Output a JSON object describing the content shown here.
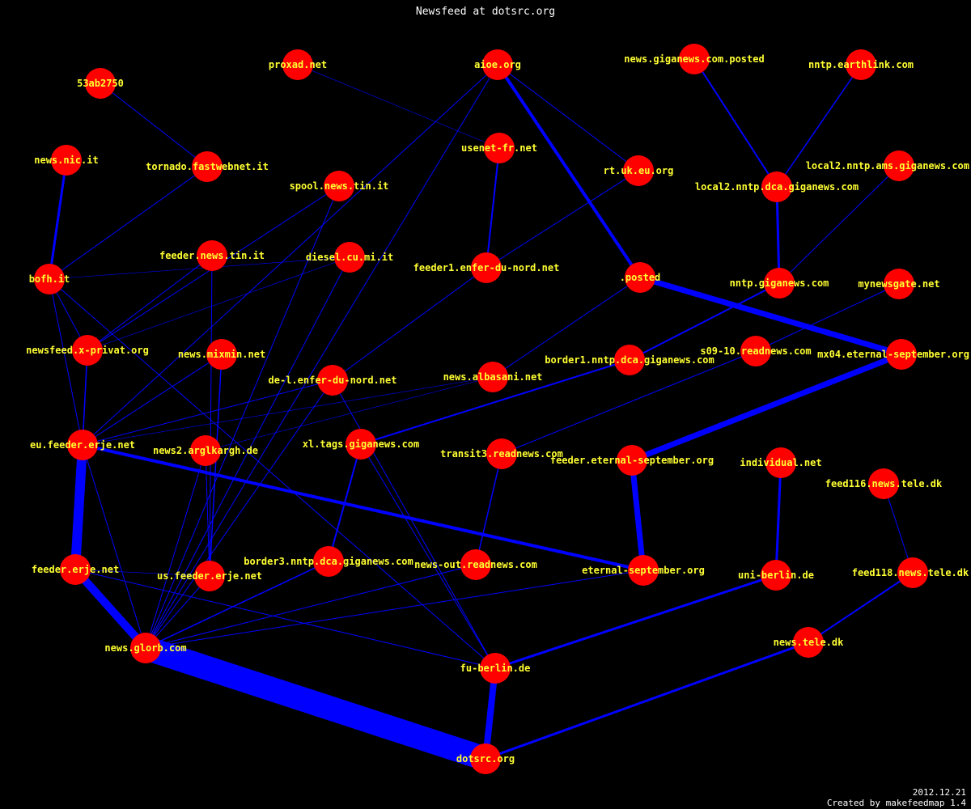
{
  "title": "Newsfeed at dotsrc.org",
  "footer": {
    "date": "2012.12.21",
    "credit": "Created by makefeedmap 1.4"
  },
  "colors": {
    "background": "#000000",
    "node": "#ff0000",
    "edge": "#0000ff",
    "label": "#ffff33",
    "title": "#ffffff"
  },
  "nodes": [
    {
      "id": "53ab2750",
      "label": "53ab2750"
    },
    {
      "id": "proxad",
      "label": "proxad.net"
    },
    {
      "id": "aioe",
      "label": "aioe.org"
    },
    {
      "id": "ggposted",
      "label": "news.giganews.com.posted"
    },
    {
      "id": "earthlink",
      "label": "nntp.earthlink.com"
    },
    {
      "id": "newsnic",
      "label": "news.nic.it"
    },
    {
      "id": "tornado",
      "label": "tornado.fastwebnet.it"
    },
    {
      "id": "spooltin",
      "label": "spool.news.tin.it"
    },
    {
      "id": "usenetfr",
      "label": "usenet-fr.net"
    },
    {
      "id": "rtuk",
      "label": "rt.uk.eu.org"
    },
    {
      "id": "local2dca",
      "label": "local2.nntp.dca.giganews.com"
    },
    {
      "id": "local2ams",
      "label": "local2.nntp.ams.giganews.com"
    },
    {
      "id": "bofh",
      "label": "bofh.it"
    },
    {
      "id": "feedertin",
      "label": "feeder.news.tin.it"
    },
    {
      "id": "diesel",
      "label": "diesel.cu.mi.it"
    },
    {
      "id": "feeder1enfer",
      "label": "feeder1.enfer-du-nord.net"
    },
    {
      "id": "posted",
      "label": ".posted"
    },
    {
      "id": "nntpgiga",
      "label": "nntp.giganews.com"
    },
    {
      "id": "mynewsgate",
      "label": "mynewsgate.net"
    },
    {
      "id": "xprivat",
      "label": "newsfeed.x-privat.org"
    },
    {
      "id": "mixmin",
      "label": "news.mixmin.net"
    },
    {
      "id": "del1enfer",
      "label": "de-l.enfer-du-nord.net"
    },
    {
      "id": "albasani",
      "label": "news.albasani.net"
    },
    {
      "id": "border1",
      "label": "border1.nntp.dca.giganews.com"
    },
    {
      "id": "s0910",
      "label": "s09-10.readnews.com"
    },
    {
      "id": "mx04",
      "label": "mx04.eternal-september.org"
    },
    {
      "id": "eufeeder",
      "label": "eu.feeder.erje.net"
    },
    {
      "id": "news2argl",
      "label": "news2.arglkargh.de"
    },
    {
      "id": "xltags",
      "label": "xl.tags.giganews.com"
    },
    {
      "id": "transit3",
      "label": "transit3.readnews.com"
    },
    {
      "id": "feedereternal",
      "label": "feeder.eternal-september.org"
    },
    {
      "id": "individual",
      "label": "individual.net"
    },
    {
      "id": "feed116",
      "label": "feed116.news.tele.dk"
    },
    {
      "id": "feedererje",
      "label": "feeder.erje.net"
    },
    {
      "id": "usfeeder",
      "label": "us.feeder.erje.net"
    },
    {
      "id": "border3",
      "label": "border3.nntp.dca.giganews.com"
    },
    {
      "id": "newsout",
      "label": "news-out.readnews.com"
    },
    {
      "id": "eternal",
      "label": "eternal-september.org"
    },
    {
      "id": "uniberlin",
      "label": "uni-berlin.de"
    },
    {
      "id": "feed118",
      "label": "feed118.news.tele.dk"
    },
    {
      "id": "glorb",
      "label": "news.glorb.com"
    },
    {
      "id": "newstele",
      "label": "news.tele.dk"
    },
    {
      "id": "fuberlin",
      "label": "fu-berlin.de"
    },
    {
      "id": "dotsrc",
      "label": "dotsrc.org"
    }
  ],
  "edges": [
    {
      "from": "53ab2750",
      "to": "tornado",
      "weight": 1
    },
    {
      "from": "tornado",
      "to": "bofh",
      "weight": 1
    },
    {
      "from": "newsnic",
      "to": "bofh",
      "weight": 3
    },
    {
      "from": "proxad",
      "to": "usenetfr",
      "weight": 0.5
    },
    {
      "from": "aioe",
      "to": "rtuk",
      "weight": 1
    },
    {
      "from": "aioe",
      "to": "posted",
      "weight": 4
    },
    {
      "from": "aioe",
      "to": "glorb",
      "weight": 1
    },
    {
      "from": "aioe",
      "to": "eufeeder",
      "weight": 1
    },
    {
      "from": "usenetfr",
      "to": "feeder1enfer",
      "weight": 2
    },
    {
      "from": "rtuk",
      "to": "feeder1enfer",
      "weight": 1
    },
    {
      "from": "ggposted",
      "to": "local2dca",
      "weight": 2
    },
    {
      "from": "earthlink",
      "to": "local2dca",
      "weight": 1.5
    },
    {
      "from": "local2dca",
      "to": "nntpgiga",
      "weight": 3
    },
    {
      "from": "local2ams",
      "to": "nntpgiga",
      "weight": 1
    },
    {
      "from": "nntpgiga",
      "to": "border1",
      "weight": 2
    },
    {
      "from": "posted",
      "to": "mx04",
      "weight": 7
    },
    {
      "from": "posted",
      "to": "albasani",
      "weight": 1
    },
    {
      "from": "mynewsgate",
      "to": "s0910",
      "weight": 1
    },
    {
      "from": "mx04",
      "to": "feedereternal",
      "weight": 7
    },
    {
      "from": "feedereternal",
      "to": "eternal",
      "weight": 7
    },
    {
      "from": "spooltin",
      "to": "xprivat",
      "weight": 1
    },
    {
      "from": "feedertin",
      "to": "xprivat",
      "weight": 1
    },
    {
      "from": "feedertin",
      "to": "usfeeder",
      "weight": 1
    },
    {
      "from": "diesel",
      "to": "xprivat",
      "weight": 0.5
    },
    {
      "from": "diesel",
      "to": "glorb",
      "weight": 1
    },
    {
      "from": "bofh",
      "to": "diesel",
      "weight": 0.5
    },
    {
      "from": "bofh",
      "to": "eufeeder",
      "weight": 1
    },
    {
      "from": "bofh",
      "to": "xprivat",
      "weight": 1
    },
    {
      "from": "bofh",
      "to": "fuberlin",
      "weight": 1
    },
    {
      "from": "xprivat",
      "to": "eufeeder",
      "weight": 1.5
    },
    {
      "from": "mixmin",
      "to": "eufeeder",
      "weight": 1
    },
    {
      "from": "mixmin",
      "to": "usfeeder",
      "weight": 1.5
    },
    {
      "from": "feeder1enfer",
      "to": "del1enfer",
      "weight": 1
    },
    {
      "from": "del1enfer",
      "to": "glorb",
      "weight": 1
    },
    {
      "from": "del1enfer",
      "to": "eufeeder",
      "weight": 1
    },
    {
      "from": "del1enfer",
      "to": "fuberlin",
      "weight": 1
    },
    {
      "from": "albasani",
      "to": "eufeeder",
      "weight": 0.5
    },
    {
      "from": "albasani",
      "to": "news2argl",
      "weight": 0.5
    },
    {
      "from": "border1",
      "to": "xltags",
      "weight": 2
    },
    {
      "from": "s0910",
      "to": "transit3",
      "weight": 1
    },
    {
      "from": "xltags",
      "to": "border3",
      "weight": 2
    },
    {
      "from": "xltags",
      "to": "fuberlin",
      "weight": 1
    },
    {
      "from": "transit3",
      "to": "newsout",
      "weight": 1.5
    },
    {
      "from": "eufeeder",
      "to": "eternal",
      "weight": 4
    },
    {
      "from": "eufeeder",
      "to": "feedererje",
      "weight": 12
    },
    {
      "from": "eufeeder",
      "to": "glorb",
      "weight": 1
    },
    {
      "from": "news2argl",
      "to": "glorb",
      "weight": 1
    },
    {
      "from": "news2argl",
      "to": "usfeeder",
      "weight": 1
    },
    {
      "from": "spooltin",
      "to": "glorb",
      "weight": 1
    },
    {
      "from": "individual",
      "to": "uniberlin",
      "weight": 3
    },
    {
      "from": "feed116",
      "to": "feed118",
      "weight": 1
    },
    {
      "from": "feed118",
      "to": "newstele",
      "weight": 2
    },
    {
      "from": "feedererje",
      "to": "glorb",
      "weight": 10
    },
    {
      "from": "feedererje",
      "to": "fuberlin",
      "weight": 1
    },
    {
      "from": "feedererje",
      "to": "usfeeder",
      "weight": 0.5
    },
    {
      "from": "usfeeder",
      "to": "glorb",
      "weight": 1
    },
    {
      "from": "border3",
      "to": "glorb",
      "weight": 1.5
    },
    {
      "from": "newsout",
      "to": "glorb",
      "weight": 1
    },
    {
      "from": "eternal",
      "to": "glorb",
      "weight": 1
    },
    {
      "from": "uniberlin",
      "to": "fuberlin",
      "weight": 3
    },
    {
      "from": "glorb",
      "to": "dotsrc",
      "weight": 30
    },
    {
      "from": "glorb",
      "to": "dotsrc",
      "weight": 0
    },
    {
      "from": "fuberlin",
      "to": "dotsrc",
      "weight": 8
    },
    {
      "from": "newstele",
      "to": "dotsrc",
      "weight": 3
    }
  ]
}
